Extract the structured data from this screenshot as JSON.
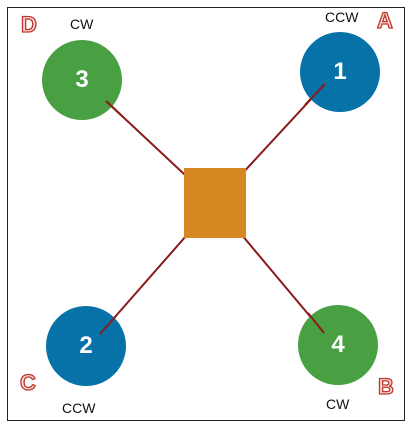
{
  "colors": {
    "body": "#D68722",
    "arm": "#8B1A1A",
    "green": "#48A043",
    "blue": "#0772A8",
    "label_red": "#C0392B"
  },
  "motors": [
    {
      "number": "1",
      "corner": "A",
      "direction": "CCW",
      "color": "blue"
    },
    {
      "number": "2",
      "corner": "C",
      "direction": "CCW",
      "color": "blue"
    },
    {
      "number": "3",
      "corner": "D",
      "direction": "CW",
      "color": "green"
    },
    {
      "number": "4",
      "corner": "B",
      "direction": "CW",
      "color": "green"
    }
  ]
}
